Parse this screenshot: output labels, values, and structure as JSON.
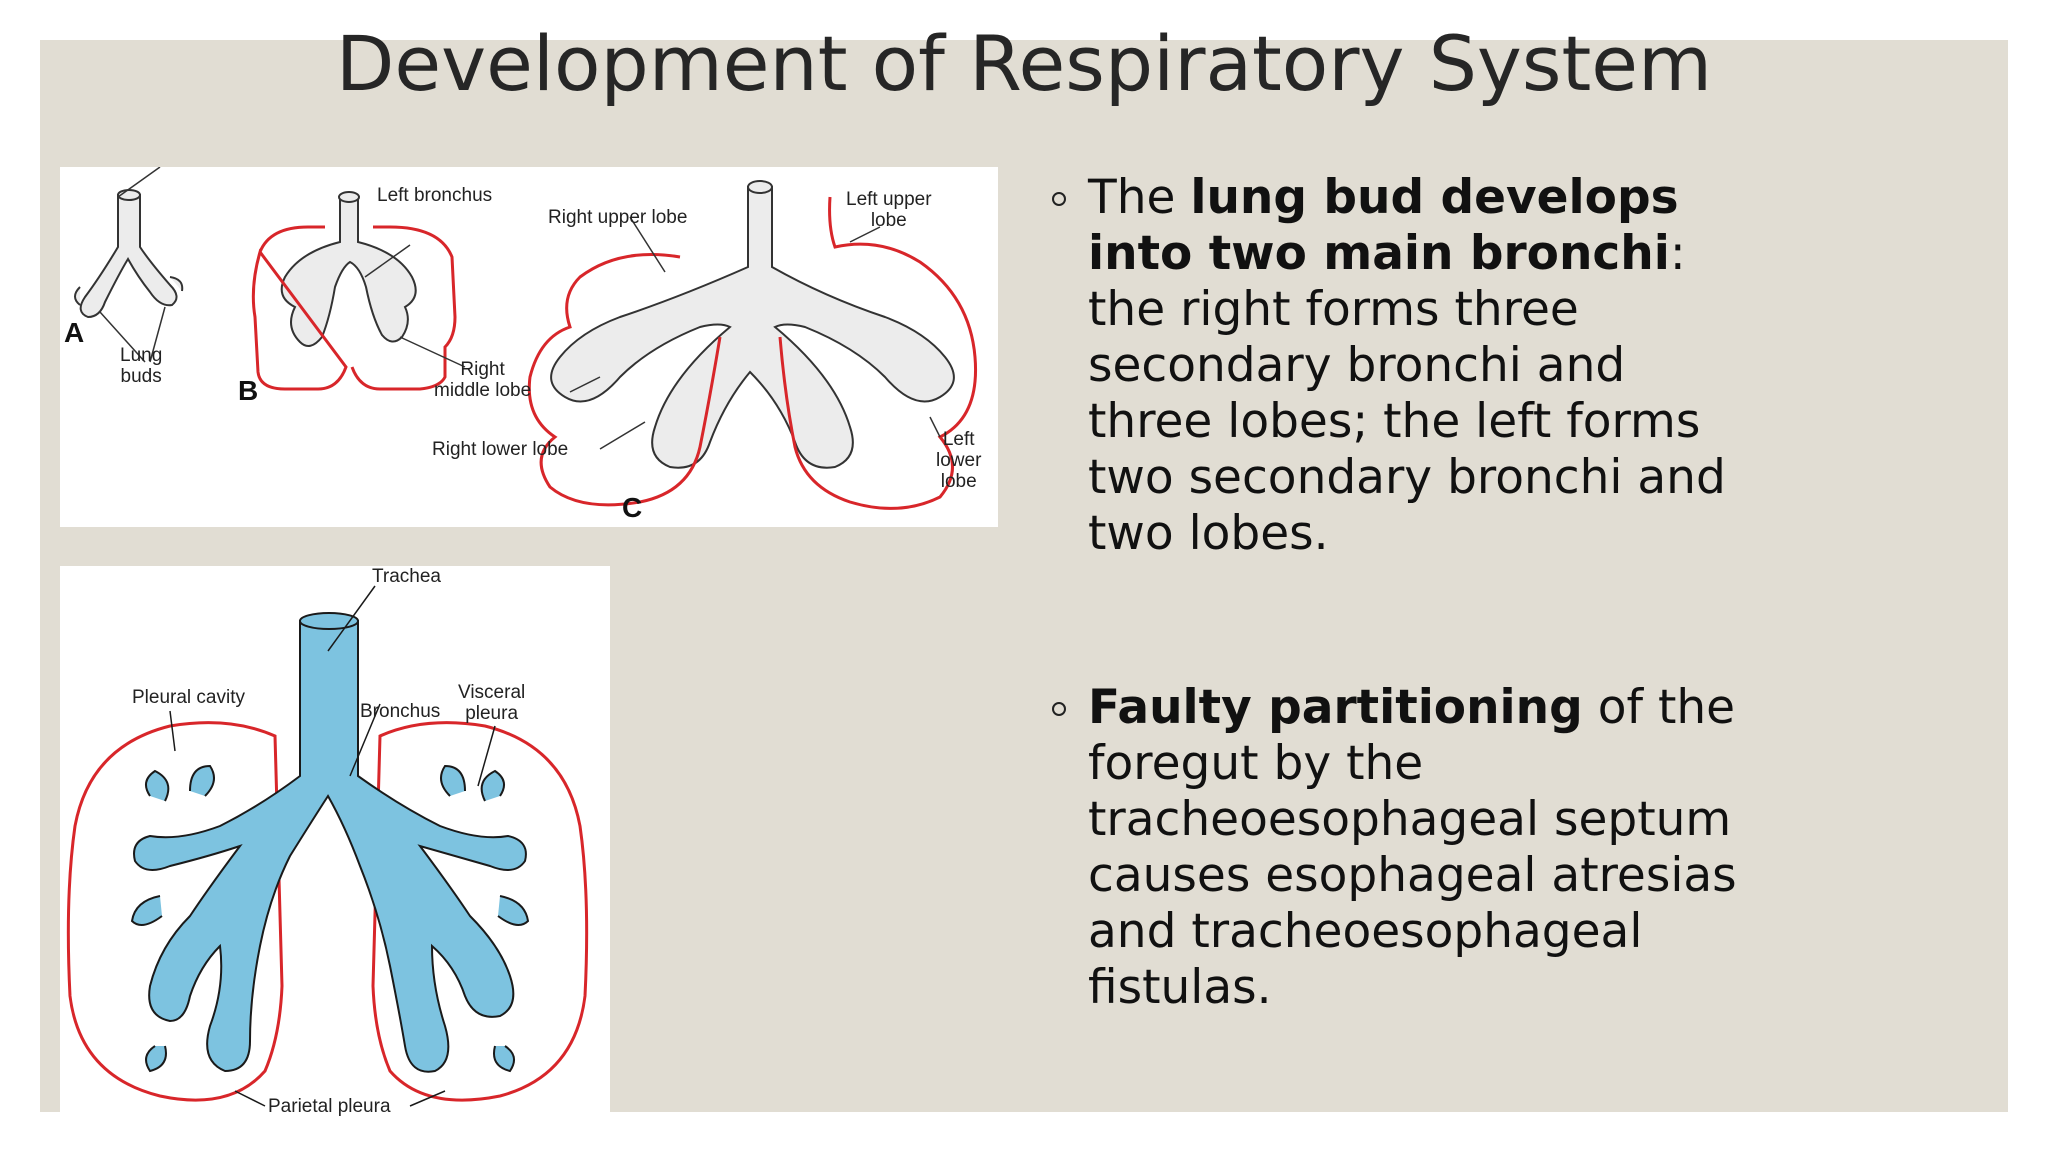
{
  "slide": {
    "title": "Development of Respiratory System"
  },
  "figure_top": {
    "labels": {
      "left_bronchus": "Left bronchus",
      "lung_buds": "Lung\nbuds",
      "right_upper_lobe": "Right upper lobe",
      "left_upper_lobe": "Left upper\nlobe",
      "right_middle_lobe": "Right\nmiddle lobe",
      "right_lower_lobe": "Right lower lobe",
      "left_lower_lobe": "Left\nlower\nlobe"
    },
    "panels": {
      "a": "A",
      "b": "B",
      "c": "C"
    },
    "colors": {
      "pleura_line": "#d8262a",
      "bronchi_fill": "#ececec",
      "stroke": "#333333"
    }
  },
  "figure_bottom": {
    "labels": {
      "trachea": "Trachea",
      "pleural_cavity": "Pleural cavity",
      "bronchus": "Bronchus",
      "visceral_pleura": "Visceral\npleura",
      "parietal_pleura": "Parietal pleura"
    },
    "colors": {
      "bronchi_fill": "#7dc3e0",
      "pleura_line": "#d8262a"
    }
  },
  "bullets": [
    {
      "pre": "The ",
      "bold": "lung bud develops into two main bronchi",
      "post": ": the right forms three secondary bronchi and three lobes; the left forms two secondary bronchi and two lobes."
    },
    {
      "pre": "",
      "bold": "Faulty partitioning",
      "post": " of the foregut by the tracheoesophageal septum causes esophageal atresias and tracheoesophageal fistulas."
    }
  ]
}
